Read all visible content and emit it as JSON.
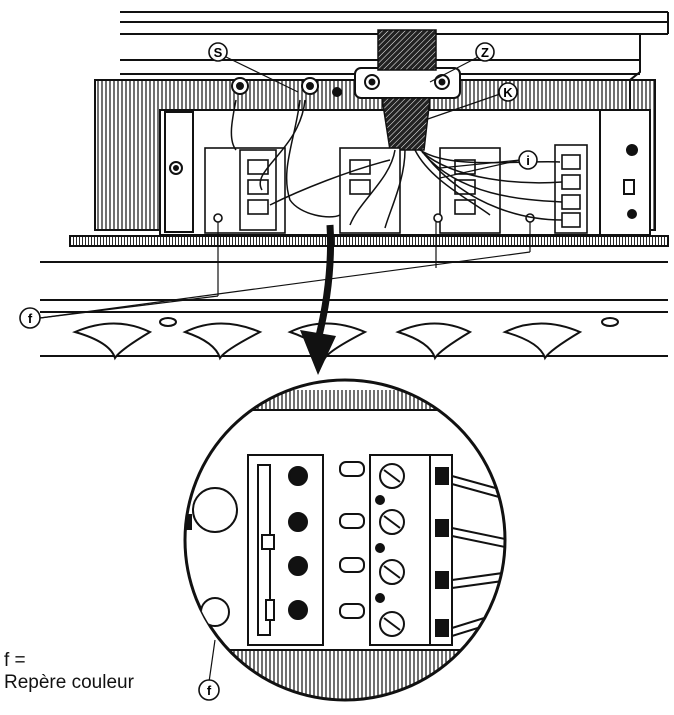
{
  "callouts": {
    "s": "S",
    "z": "Z",
    "k": "K",
    "i": "i",
    "f_left": "f",
    "f_bottom": "f"
  },
  "legend": {
    "line1": "f =",
    "line2": "Repère couleur"
  },
  "colors": {
    "ink": "#111111",
    "paper": "#ffffff"
  }
}
